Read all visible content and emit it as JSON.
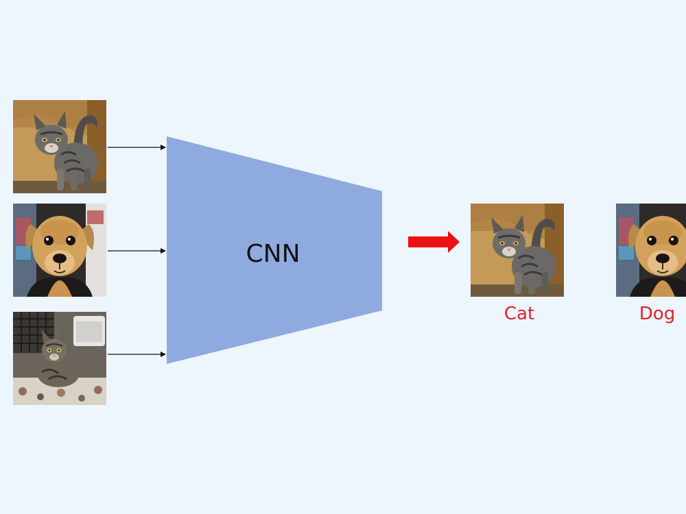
{
  "colors": {
    "background": "#EDF5FD",
    "network": "#8FAADF",
    "arrow_red": "#EE1111",
    "label_red": "#E0242A",
    "connector": "#111111",
    "text": "#111111"
  },
  "network": {
    "label": "CNN"
  },
  "inputs": [
    {
      "icon": "cat-photo-icon"
    },
    {
      "icon": "dog-photo-icon"
    },
    {
      "icon": "kitten-photo-icon"
    }
  ],
  "outputs": [
    {
      "icon": "cat-photo-icon",
      "label": "Cat"
    },
    {
      "icon": "dog-photo-icon",
      "label": "Dog"
    }
  ]
}
